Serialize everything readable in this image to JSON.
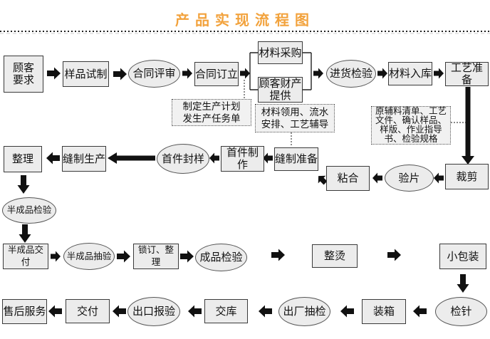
{
  "title": {
    "text": "产品实现流程图",
    "color": "#f2a23c"
  },
  "nodes": {
    "customer_requirements": "顾客\n要求",
    "sample_trial": "样品试制",
    "contract_review": "合同评审",
    "contract_signing": "合同订立",
    "material_procurement": "材料采购",
    "customer_property": "顾客财产\n提供",
    "incoming_inspection": "进货检验",
    "material_warehousing": "材料入库",
    "process_preparation": "工艺准备",
    "finishing": "整理",
    "sewing_production": "缝制生产",
    "first_piece_sealing": "首件封样",
    "first_piece_making": "首件制作",
    "sewing_preparation": "缝制准备",
    "bonding": "粘合",
    "piece_inspection": "验片",
    "cutting": "裁剪",
    "semi_finished_inspection": "半成品检验",
    "semi_finished_delivery": "半成品交付",
    "semi_finished_sampling": "半成品抽验",
    "lockstitch_finishing": "锁订、整理",
    "finished_inspection": "成品检验",
    "pressing": "整烫",
    "small_packaging": "小包装",
    "after_sales_service": "售后服务",
    "delivery": "交付",
    "export_inspection": "出口报验",
    "warehouse_delivery": "交库",
    "factory_sampling": "出厂抽检",
    "packing": "装箱",
    "needle_detection": "检针"
  },
  "notes": {
    "production_plan": "制定生产计划\n发生产任务单",
    "material_issue": "材料领用、流水\n安排、工艺辅导",
    "process_docs": "原辅料清单、工艺\n文件、确认样品、\n样版、作业指导\n书、检验规格"
  }
}
